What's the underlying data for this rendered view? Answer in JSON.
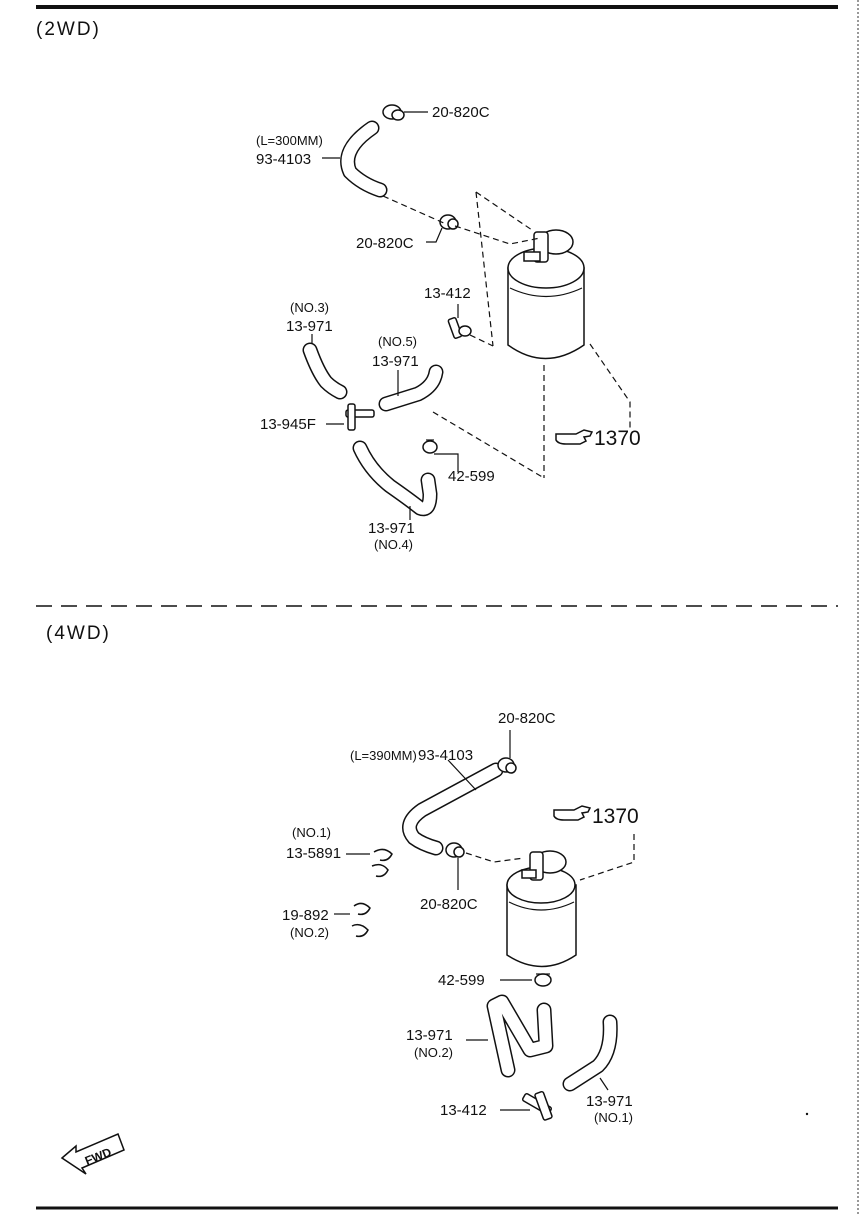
{
  "sections": {
    "top": {
      "title": "(2WD)"
    },
    "bottom": {
      "title": "(4WD)"
    }
  },
  "labels_2wd": {
    "clamp_top": "20-820C",
    "hose_length": "(L=300MM)",
    "hose_part": "93-4103",
    "clamp_mid": "20-820C",
    "valve": "13-412",
    "hose_no3_tag": "(NO.3)",
    "hose_no3_part": "13-971",
    "hose_no5_tag": "(NO.5)",
    "hose_no5_part": "13-971",
    "tee": "13-945F",
    "clip": "42-599",
    "hose_no4_part": "13-971",
    "hose_no4_tag": "(NO.4)",
    "ref": "1370"
  },
  "labels_4wd": {
    "clamp_top": "20-820C",
    "hose_length": "(L=390MM)",
    "hose_part": "93-4103",
    "ref": "1370",
    "clamp_no1_tag": "(NO.1)",
    "clamp_no1_part": "13-5891",
    "clamp_no2_part": "19-892",
    "clamp_no2_tag": "(NO.2)",
    "clamp_mid": "20-820C",
    "clip": "42-599",
    "hose_no2_part": "13-971",
    "hose_no2_tag": "(NO.2)",
    "valve": "13-412",
    "hose_no1_part": "13-971",
    "hose_no1_tag": "(NO.1)"
  },
  "fwd_label": "FWD",
  "icons": [
    "pointing-hand-icon",
    "fwd-arrow-icon"
  ]
}
